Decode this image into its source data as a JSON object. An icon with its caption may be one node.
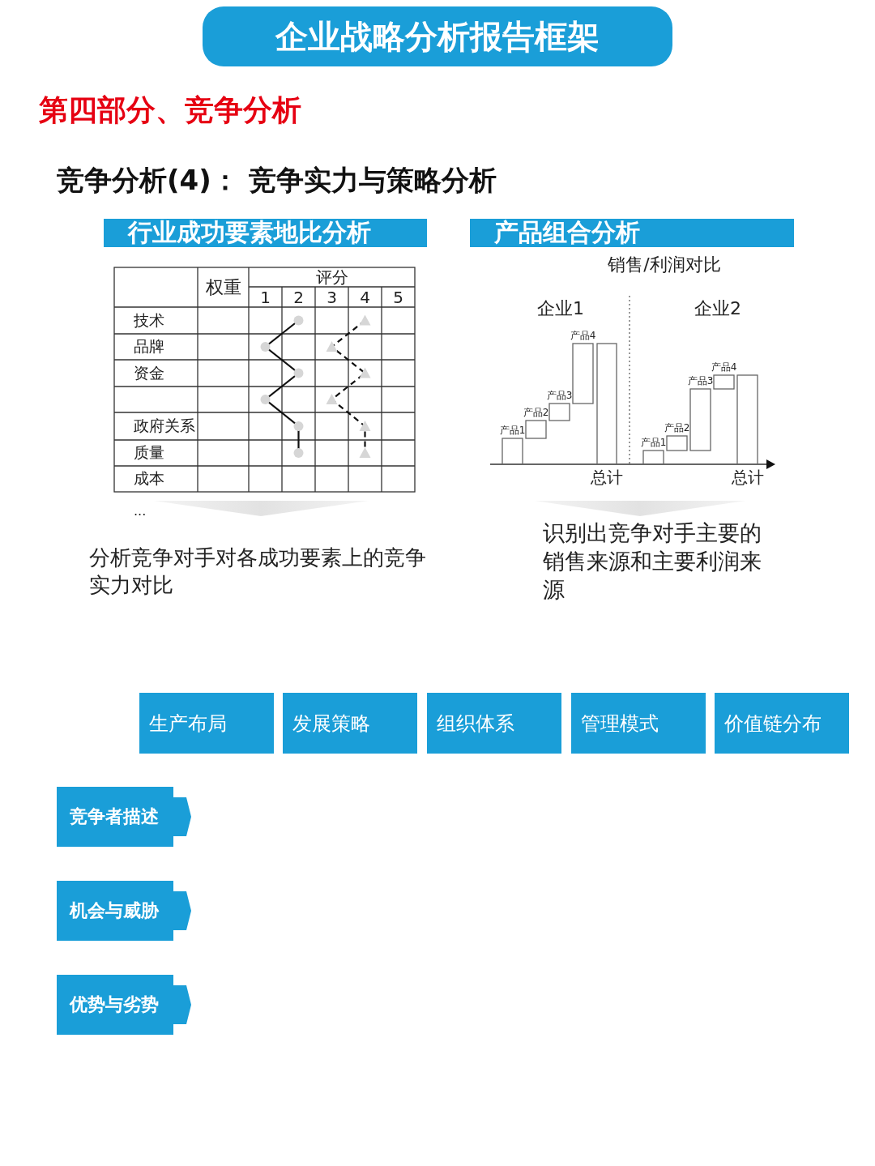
{
  "diagram": {
    "title": "企业战略分析报告框架",
    "nodes": [
      {
        "text": [
          "行业成功要素地比分析"
        ]
      },
      {
        "text": [
          "产品组合分析"
        ]
      },
      {
        "text": [],
        "shape": "bar",
        "beside": [
          "产品1"
        ]
      },
      {
        "text": [],
        "shape": "bar",
        "beside": [
          "产品2"
        ]
      },
      {
        "text": [],
        "shape": "bar",
        "beside": [
          "产品3"
        ]
      },
      {
        "text": [],
        "shape": "bar",
        "beside": [
          "产品4"
        ]
      },
      {
        "text": [],
        "shape": "bar",
        "beside": [
          "总计"
        ]
      },
      {
        "text": [],
        "shape": "bar",
        "beside": [
          "产品1"
        ]
      },
      {
        "text": [],
        "shape": "bar",
        "beside": [
          "产品2"
        ]
      },
      {
        "text": [],
        "shape": "bar",
        "beside": [
          "产品3"
        ]
      },
      {
        "text": [],
        "shape": "bar",
        "beside": [
          "产品4"
        ]
      },
      {
        "text": [],
        "shape": "bar",
        "beside": [
          "总计"
        ]
      },
      {
        "text": [
          "生产布局"
        ]
      },
      {
        "text": [
          "发展策略"
        ]
      },
      {
        "text": [
          "组织体系"
        ]
      },
      {
        "text": [
          "管理模式"
        ]
      },
      {
        "text": [
          "价值链分布"
        ]
      },
      {
        "text": [
          "竞争者描述"
        ]
      },
      {
        "text": [
          "机会与威胁"
        ]
      },
      {
        "text": [
          "优势与劣势"
        ]
      }
    ],
    "labels": [
      "第四部分、竞争分析",
      "竞争分析(4)： 竞争实力与策略分析",
      "权重",
      "评分",
      "1",
      "2",
      "3",
      "4",
      "5",
      "技术",
      "品牌",
      "资金",
      "政府关系",
      "质量",
      "成本",
      "...",
      "销售/利润对比",
      "企业1",
      "企业2",
      "分析竞争对手对各成功要素上的竞争实力对比",
      "识别出竞争对手主要的销售来源和主要利润来源"
    ]
  }
}
